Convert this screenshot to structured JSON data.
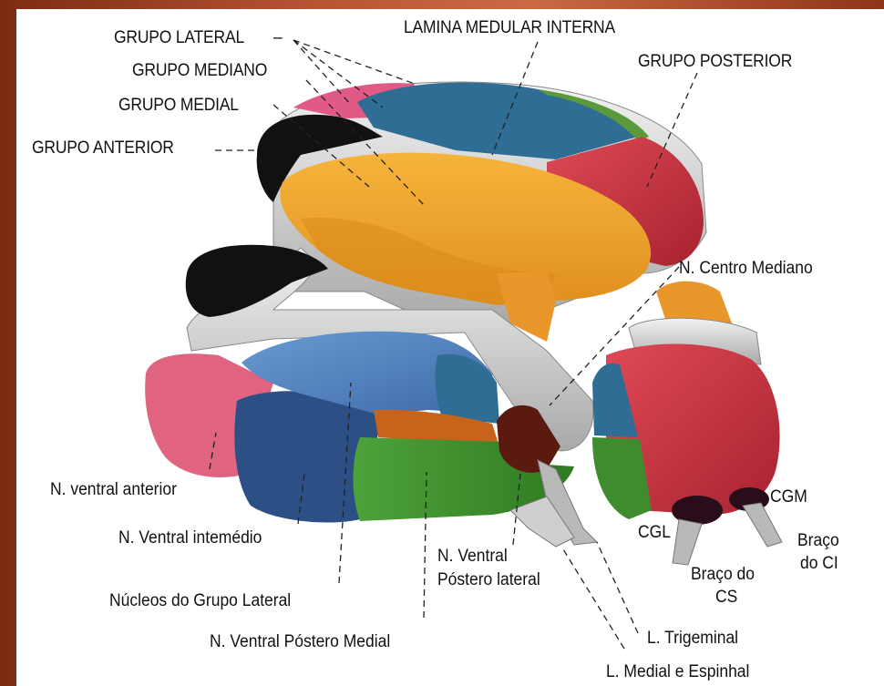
{
  "labels": {
    "grupo_lateral": "GRUPO LATERAL",
    "grupo_mediano": "GRUPO MEDIANO",
    "grupo_medial": "GRUPO MEDIAL",
    "grupo_anterior": "GRUPO ANTERIOR",
    "lamina_medular_interna": "LAMINA MEDULAR INTERNA",
    "grupo_posterior": "GRUPO POSTERIOR",
    "n_centro_mediano": "N. Centro Mediano",
    "cgm": "CGM",
    "braco_do_ci": [
      "Braço",
      "do CI"
    ],
    "cgl": "CGL",
    "braco_do_cs": [
      "Braço do",
      "CS"
    ],
    "n_ventral_anterior": "N. ventral anterior",
    "n_ventral_intermedio": "N. Ventral intemédio",
    "nucleos_grupo_lateral": "Núcleos do Grupo Lateral",
    "n_ventral_postero_medial": "N. Ventral Póstero Medial",
    "n_ventral_postero_lateral": [
      "N. Ventral",
      "Póstero lateral"
    ],
    "l_trigeminal": "L. Trigeminal",
    "l_medial_espinhal": "L. Medial e Espinhal"
  },
  "colors": {
    "frame": "#b65434",
    "orange": "#f0a532",
    "blue_dark": "#2c4f86",
    "blue_light": "#4d7fc0",
    "teal_blue": "#2f6d95",
    "pink": "#e05a85",
    "red": "#c8323c",
    "green": "#3e8c2e",
    "black": "#111111",
    "lamina": "#d9d9d9"
  }
}
